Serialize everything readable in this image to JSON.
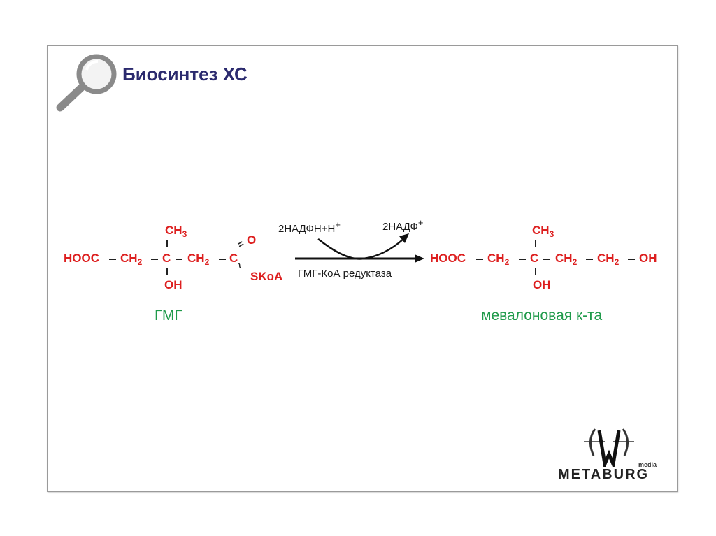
{
  "title": "Биосинтез ХС",
  "reactant": {
    "hooc": "HOOC",
    "ch2a": {
      "m": "CH",
      "s": "2"
    },
    "c": "C",
    "ch2b": {
      "m": "CH",
      "s": "2"
    },
    "c2": "C",
    "ch3": {
      "m": "CH",
      "s": "3"
    },
    "oh": "OH",
    "o": "O",
    "skoa": "SKoA",
    "name": "ГМГ"
  },
  "arrow": {
    "cofactor_in": {
      "m": "2НАДФН+Н",
      "s": "+"
    },
    "cofactor_out": {
      "m": "2НАДФ",
      "s": "+"
    },
    "enzyme": "ГМГ-КоА редуктаза"
  },
  "product": {
    "hooc": "HOOC",
    "ch2a": {
      "m": "CH",
      "s": "2"
    },
    "c": "C",
    "ch2b": {
      "m": "CH",
      "s": "2"
    },
    "ch2c": {
      "m": "CH",
      "s": "2"
    },
    "oh_end": "OH",
    "ch3": {
      "m": "CH",
      "s": "3"
    },
    "oh": "OH",
    "name": "мевалоновая к-та"
  },
  "logo": {
    "text": "METABURG",
    "sub": "media"
  },
  "colors": {
    "title": "#2b2a6e",
    "formula": "#dd1f1f",
    "label": "#1f9a4a"
  }
}
